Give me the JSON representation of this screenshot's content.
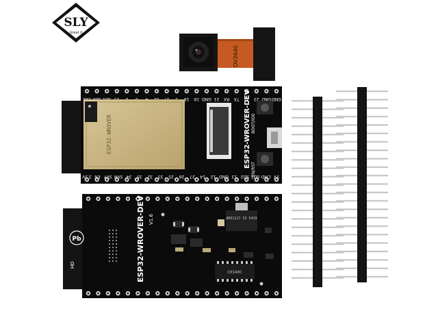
{
  "logo": {
    "letters": "SLY",
    "tagline": "Great it"
  },
  "camera": {
    "model": "OV2640"
  },
  "board": {
    "module_label": "ESP32-WROVER",
    "silk_name": "ESP32-WROVER-DEV",
    "version": "V1.6",
    "boot_label": "BOOT/IO0",
    "reset_label": "EN/RST",
    "top_pins": [
      "GND",
      "GND",
      "23",
      "22",
      "TX",
      "RX",
      "21",
      "GND",
      "19",
      "18",
      "5",
      "17",
      "16",
      "4",
      "0",
      "2",
      "15",
      "SD1",
      "SD0",
      "CLK"
    ],
    "bottom_pins": [
      "3.3V",
      "EN",
      "SVP",
      "SVN",
      "34",
      "35",
      "32",
      "33",
      "25",
      "26",
      "27",
      "14",
      "12",
      "GND",
      "13",
      "SD2",
      "SD3",
      "CMD",
      "5V"
    ],
    "regulator": "AMS1117 33 5420",
    "usb_chip": "CH340C",
    "cert_mark": "Pb",
    "hd_mark": "HD"
  },
  "colors": {
    "pcb": "#0b0b0b",
    "module": "#cbb682",
    "pins": "#c9c9c9",
    "flex": "#c65a22"
  }
}
